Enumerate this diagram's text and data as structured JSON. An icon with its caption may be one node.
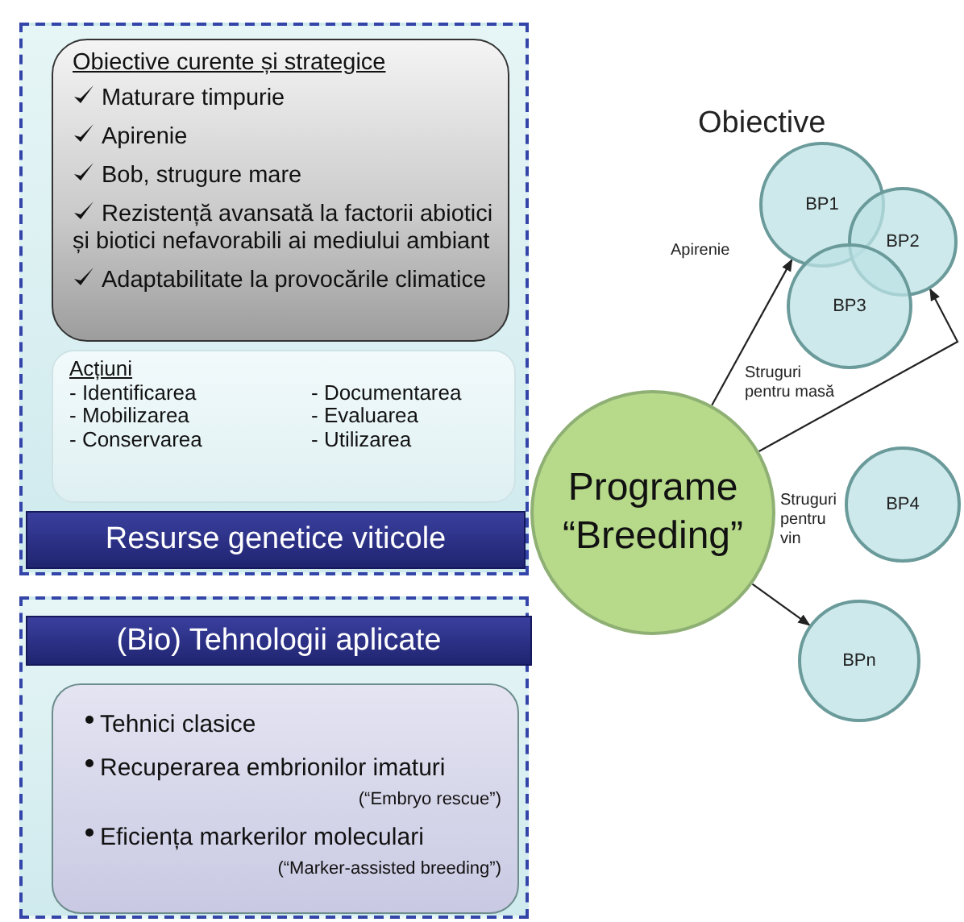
{
  "diagram": {
    "nodes": [
      {
        "text": [],
        "shape": "box"
      },
      {
        "text": [
          "Obiective curente și strategice",
          "Maturare timpurie",
          "Apirenie",
          "Bob, strugure mare",
          "Rezistență avansată la factorii abiotici și biotici nefavorabili ai mediului ambiant",
          "Adaptabilitate la provocările climatice"
        ],
        "in": 0
      },
      {
        "text": [
          "Acțiuni",
          "- Identificarea",
          "- Documentarea",
          "- Mobilizarea",
          "- Evaluarea",
          "- Conservarea",
          "- Utilizarea"
        ],
        "in": 0
      },
      {
        "text": [
          "Resurse genetice viticole"
        ],
        "in": 0
      },
      {
        "text": [],
        "shape": "box"
      },
      {
        "text": [
          "(Bio) Tehnologii aplicate"
        ],
        "in": 4
      },
      {
        "text": [
          "Tehnici clasice",
          "Recuperarea embrionilor imaturi",
          "(“Embryo rescue”)",
          "Eficiența markerilor moleculari",
          "(“Marker-assisted breeding”)"
        ],
        "in": 4
      },
      {
        "text": [
          "Programe “Breeding”"
        ]
      },
      {
        "text": [
          "BP1"
        ]
      },
      {
        "text": [
          "BP2"
        ]
      },
      {
        "text": [
          "BP3"
        ]
      },
      {
        "text": [
          "BP4"
        ]
      },
      {
        "text": [
          "BPn"
        ]
      }
    ],
    "edges": [
      {
        "from": 7,
        "to": 8,
        "arrow": "to",
        "label": "Apirenie"
      },
      {
        "from": 7,
        "to": 9,
        "arrow": "to",
        "label": "Struguri pentru masă"
      },
      {
        "from": 7,
        "to": 12,
        "arrow": "to"
      }
    ],
    "labels": [
      "Obiective",
      "Struguri pentru vin"
    ]
  }
}
